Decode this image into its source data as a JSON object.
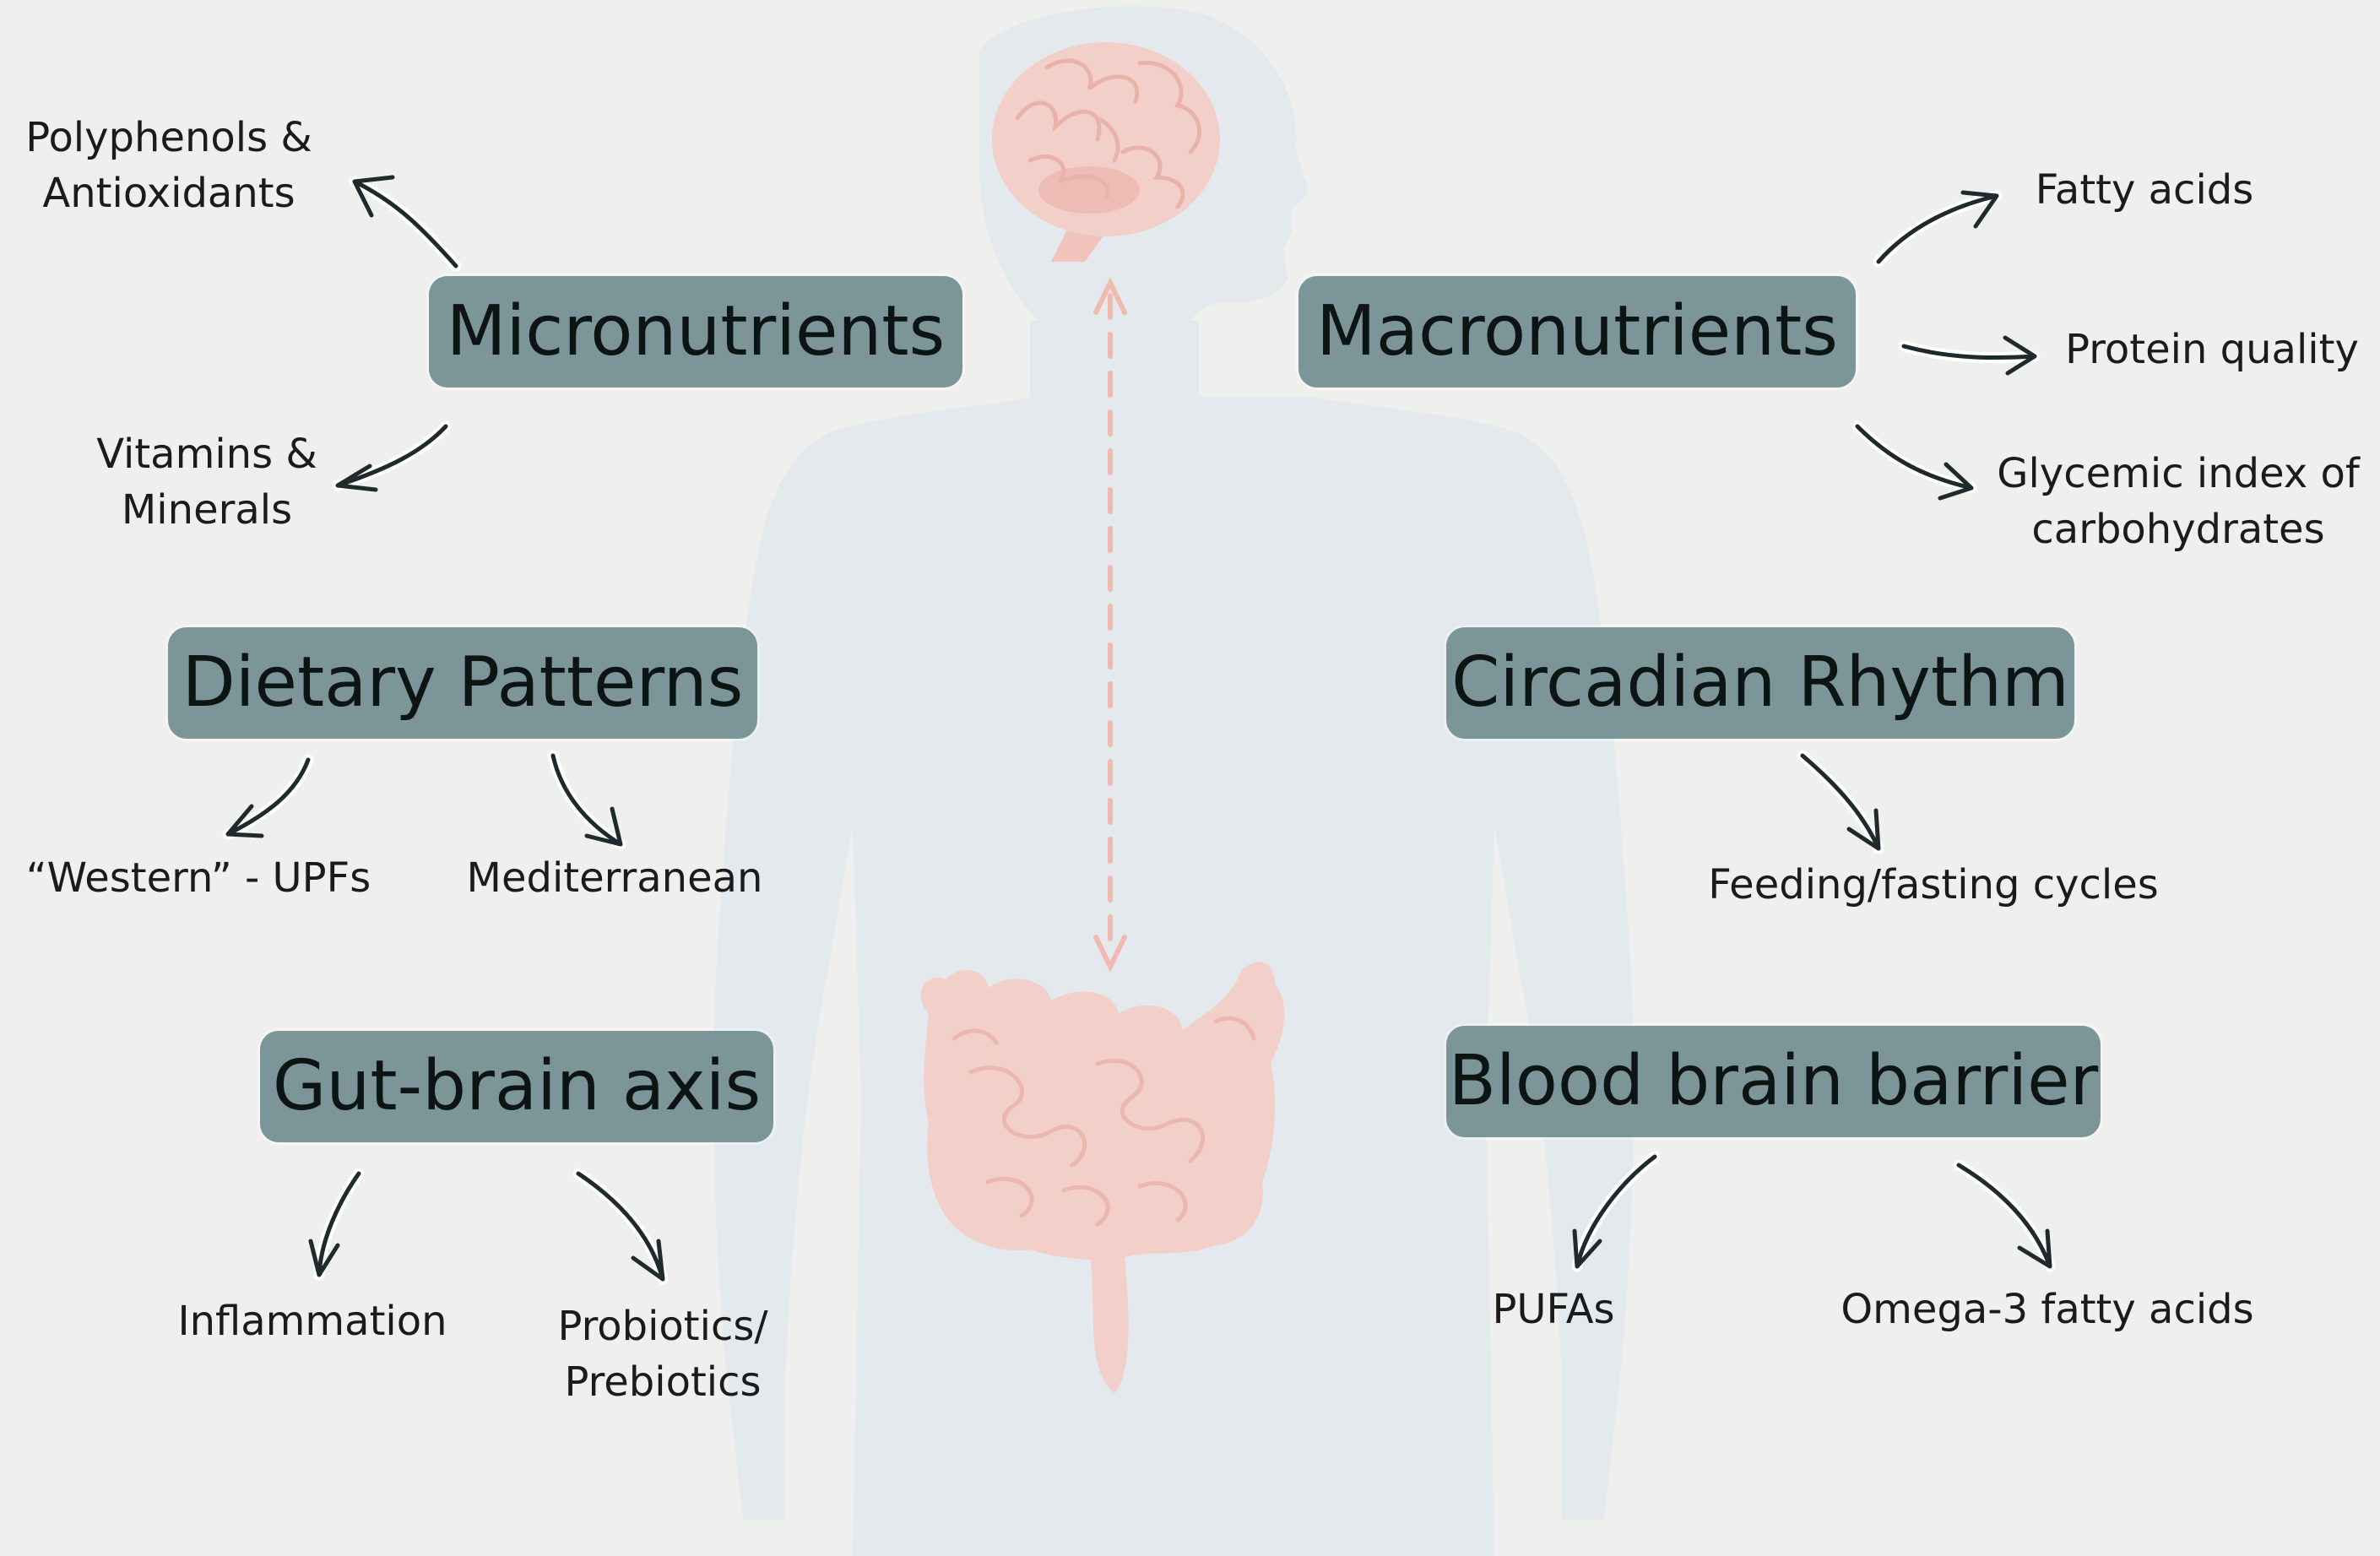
{
  "topics": {
    "micronutrients": "Micronutrients",
    "macronutrients": "Macronutrients",
    "dietary_patterns": "Dietary Patterns",
    "circadian_rhythm": "Circadian Rhythm",
    "gut_brain_axis": "Gut-brain axis",
    "blood_brain_barrier": "Blood brain barrier"
  },
  "leaves": {
    "polyphenols_line1": "Polyphenols &",
    "polyphenols_line2": "Antioxidants",
    "vitamins_line1": "Vitamins &",
    "vitamins_line2": "Minerals",
    "fatty_acids": "Fatty acids",
    "protein_quality": "Protein quality",
    "glycemic_line1": "Glycemic index of",
    "glycemic_line2": "carbohydrates",
    "western": "“Western” - UPFs",
    "mediterranean": "Mediterranean",
    "feeding_fasting": "Feeding/fasting cycles",
    "inflammation": "Inflammation",
    "probiotics_line1": "Probiotics/",
    "probiotics_line2": "Prebiotics",
    "pufas": "PUFAs",
    "omega3": "Omega-3 fatty acids"
  },
  "illustrations": {
    "body": "human-silhouette",
    "brain": "brain-icon",
    "intestines": "intestines-icon",
    "connector": "dashed-double-arrow"
  },
  "colors": {
    "background": "#efefed",
    "topic_box": "#7b9599",
    "silhouette": "#e3e9ec",
    "organ": "#f3cfc9",
    "connector": "#f2b9b0",
    "arrow": "#1f2a2c"
  }
}
